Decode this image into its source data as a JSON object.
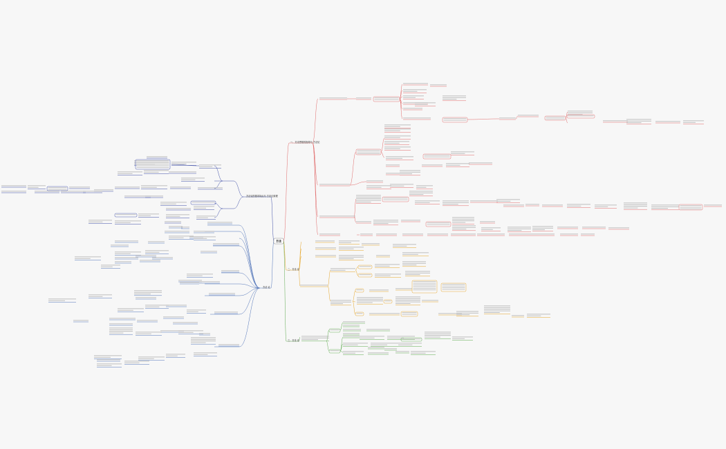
{
  "root": {
    "label": "方法"
  },
  "colors": {
    "red": "#e06666",
    "blue": "#3b4ba6",
    "orange": "#e5a321",
    "green": "#5aa84a",
    "steel": "#4e72b8"
  },
  "branches": [
    {
      "id": "b1",
      "color": "red",
      "label": "一、方法思想的指导与 方法论"
    },
    {
      "id": "b2",
      "color": "orange",
      "label": "二、方法 论"
    },
    {
      "id": "b3",
      "color": "green",
      "label": "三、方法 论"
    },
    {
      "id": "b4",
      "color": "steel",
      "label": "方法 论"
    },
    {
      "id": "b5",
      "color": "blue",
      "label": "方法论的基本特点与 方法论原理"
    }
  ]
}
